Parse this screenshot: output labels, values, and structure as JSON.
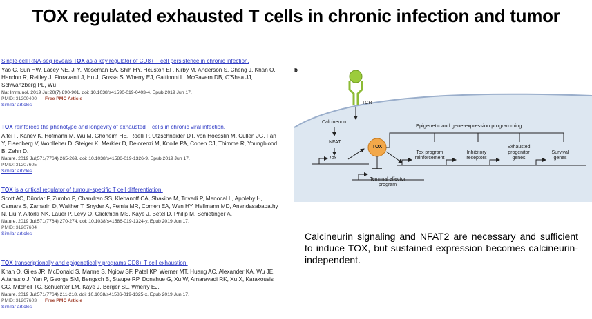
{
  "slide": {
    "title": "TOX regulated exhausted T cells in chronic infection and tumor"
  },
  "references": [
    {
      "title_pre": "Single-cell RNA-seq reveals ",
      "title_bold": "TOX",
      "title_post": " as a key regulator of CD8+ T cell persistence in chronic infection.",
      "authors": "Yao C, Sun HW, Lacey NE, Ji Y, Moseman EA, Shih HY, Heuston EF, Kirby M, Anderson S, Cheng J, Khan O, Handon R, Reilley J, Fioravanti J, Hu J, Gossa S, Wherry EJ, Gattinoni L, McGavern DB, O'Shea JJ, Schwartzberg PL, Wu T.",
      "citation": "Nat Immunol. 2019 Jul;20(7):890-901. doi: 10.1038/s41590-019-0403-4. Epub 2019 Jun 17.",
      "pmid": "PMID: 31209400",
      "pmc": "Free PMC Article",
      "similar": "Similar articles"
    },
    {
      "title_pre": "",
      "title_bold": "TOX",
      "title_post": " reinforces the phenotype and longevity of exhausted T cells in chronic viral infection.",
      "authors": "Alfei F, Kanev K, Hofmann M, Wu M, Ghoneim HE, Roelli P, Utzschneider DT, von Hoesslin M, Cullen JG, Fan Y, Eisenberg V, Wohlleber D, Steiger K, Merkler D, Delorenzi M, Knolle PA, Cohen CJ, Thimme R, Youngblood B, Zehn D.",
      "citation": "Nature. 2019 Jul;571(7764):265-269. doi: 10.1038/s41586-019-1326-9. Epub 2019 Jun 17.",
      "pmid": "PMID: 31207605",
      "pmc": "",
      "similar": "Similar articles"
    },
    {
      "title_pre": "",
      "title_bold": "TOX",
      "title_post": " is a critical regulator of tumour-specific T cell differentiation.",
      "authors": "Scott AC, Dündar F, Zumbo P, Chandran SS, Klebanoff CA, Shakiba M, Trivedi P, Menocal L, Appleby H, Camara S, Zamarin D, Walther T, Snyder A, Femia MR, Comen EA, Wen HY, Hellmann MD, Anandasabapathy N, Liu Y, Altorki NK, Lauer P, Levy O, Glickman MS, Kaye J, Betel D, Philip M, Schietinger A.",
      "citation": "Nature. 2019 Jul;571(7764):270-274. doi: 10.1038/s41586-019-1324-y. Epub 2019 Jun 17.",
      "pmid": "PMID: 31207604",
      "pmc": "",
      "similar": "Similar articles"
    },
    {
      "title_pre": "",
      "title_bold": "TOX",
      "title_post": " transcriptionally and epigenetically programs CD8+ T cell exhaustion.",
      "authors": "Khan O, Giles JR, McDonald S, Manne S, Ngiow SF, Patel KP, Werner MT, Huang AC, Alexander KA, Wu JE, Attanasio J, Yan P, George SM, Bengsch B, Staupe RP, Donahue G, Xu W, Amaravadi RK, Xu X, Karakousis GC, Mitchell TC, Schuchter LM, Kaye J, Berger SL, Wherry EJ.",
      "citation": "Nature. 2019 Jul;571(7764):211-218. doi: 10.1038/s41586-019-1325-x. Epub 2019 Jun 17.",
      "pmid": "PMID: 31207603",
      "pmc": "Free PMC Article",
      "similar": "Similar articles"
    }
  ],
  "figure": {
    "panel_letter": "b",
    "tcr": "TCR",
    "calcineurin": "Calcineurin",
    "nfat": "NFAT",
    "tox_gene": "Tox",
    "tox_protein": "TOX",
    "terminal_effector": "Terminal effector\nprogram",
    "epigenetic": "Epigenetic and gene-expression programming",
    "tox_program": "Tox program\nreinforcement",
    "inhibitory": "Inhibitory\nreceptors",
    "exhausted": "Exhausted\nprogenitor\ngenes",
    "survival": "Survival\ngenes",
    "colors": {
      "cell_fill": "#dde7f1",
      "membrane": "#9aaecb",
      "receptor": "#9ccc3c",
      "tox_circle": "#f2a84a"
    }
  },
  "summary": "Calcineurin signaling and NFAT2 are necessary and sufficient to induce TOX, but sustained expression becomes calcineurin-independent."
}
